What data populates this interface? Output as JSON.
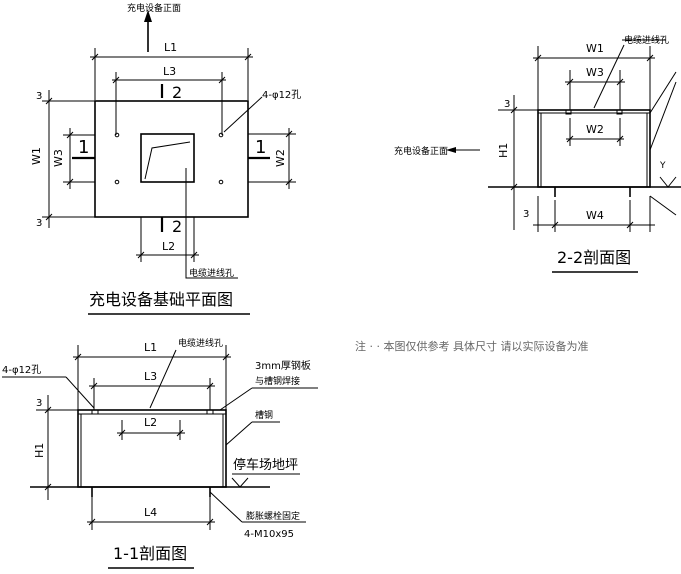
{
  "plan": {
    "title": "充电设备基础平面图",
    "front_label": "充电设备正面",
    "hole_label": "4-φ12孔",
    "cable_label": "电缆进线孔",
    "dims": {
      "l1": "L1",
      "l2": "L2",
      "l3": "L3",
      "w1": "W1",
      "w2": "W2",
      "w3": "W3",
      "edge_top": "3",
      "edge_bottom": "3"
    },
    "section_marks": {
      "left": "1",
      "right": "1",
      "top": "2",
      "bottom": "2"
    }
  },
  "section22": {
    "title": "2-2剖面图",
    "front_label": "充电设备正面",
    "cable_label": "电缆进线孔",
    "dims": {
      "w1": "W1",
      "w2": "W2",
      "w3": "W3",
      "w4": "W4",
      "h1": "H1",
      "edge_top": "3",
      "edge_bottom": "3"
    }
  },
  "section11": {
    "title": "1-1剖面图",
    "hole_label": "4-φ12孔",
    "cable_label": "电缆进线孔",
    "plate_label_1": "3mm厚钢板",
    "plate_label_2": "与槽钢焊接",
    "channel_label": "槽钢",
    "ground_label": "停车场地坪",
    "bolt_label": "膨胀螺栓固定",
    "bolt_spec": "4-M10x95",
    "dims": {
      "l1": "L1",
      "l2": "L2",
      "l3": "L3",
      "l4": "L4",
      "h1": "H1",
      "edge_top": "3"
    }
  },
  "fragments": {
    "cut_text": "注 · · 本图仅供参考 具体尺寸 请以实际设备为准"
  }
}
